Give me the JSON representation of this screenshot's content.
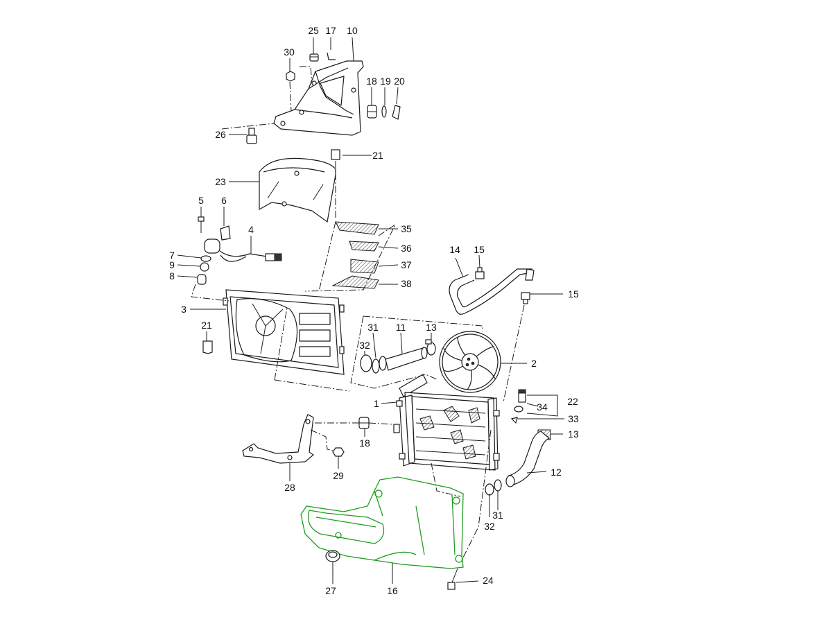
{
  "colors": {
    "line": "#1a1a1a",
    "highlight": "#1f9e1f",
    "background": "#ffffff"
  },
  "callouts": [
    {
      "id": "c1",
      "text": "1"
    },
    {
      "id": "c2",
      "text": "2"
    },
    {
      "id": "c3",
      "text": "3"
    },
    {
      "id": "c4",
      "text": "4"
    },
    {
      "id": "c5",
      "text": "5"
    },
    {
      "id": "c6",
      "text": "6"
    },
    {
      "id": "c7",
      "text": "7"
    },
    {
      "id": "c8",
      "text": "8"
    },
    {
      "id": "c9",
      "text": "9"
    },
    {
      "id": "c10",
      "text": "10"
    },
    {
      "id": "c11",
      "text": "11"
    },
    {
      "id": "c12",
      "text": "12"
    },
    {
      "id": "c13a",
      "text": "13"
    },
    {
      "id": "c13b",
      "text": "13"
    },
    {
      "id": "c14",
      "text": "14"
    },
    {
      "id": "c15a",
      "text": "15"
    },
    {
      "id": "c15b",
      "text": "15"
    },
    {
      "id": "c16",
      "text": "16"
    },
    {
      "id": "c17",
      "text": "17"
    },
    {
      "id": "c18a",
      "text": "18"
    },
    {
      "id": "c18b",
      "text": "18"
    },
    {
      "id": "c19",
      "text": "19"
    },
    {
      "id": "c20",
      "text": "20"
    },
    {
      "id": "c21a",
      "text": "21"
    },
    {
      "id": "c21b",
      "text": "21"
    },
    {
      "id": "c22",
      "text": "22"
    },
    {
      "id": "c23",
      "text": "23"
    },
    {
      "id": "c24",
      "text": "24"
    },
    {
      "id": "c25",
      "text": "25"
    },
    {
      "id": "c26",
      "text": "26"
    },
    {
      "id": "c27",
      "text": "27"
    },
    {
      "id": "c28",
      "text": "28"
    },
    {
      "id": "c29",
      "text": "29"
    },
    {
      "id": "c30",
      "text": "30"
    },
    {
      "id": "c31a",
      "text": "31"
    },
    {
      "id": "c31b",
      "text": "31"
    },
    {
      "id": "c32a",
      "text": "32"
    },
    {
      "id": "c32b",
      "text": "32"
    },
    {
      "id": "c33",
      "text": "33"
    },
    {
      "id": "c34",
      "text": "34"
    },
    {
      "id": "c35",
      "text": "35"
    },
    {
      "id": "c36",
      "text": "36"
    },
    {
      "id": "c37",
      "text": "37"
    },
    {
      "id": "c38",
      "text": "38"
    }
  ]
}
